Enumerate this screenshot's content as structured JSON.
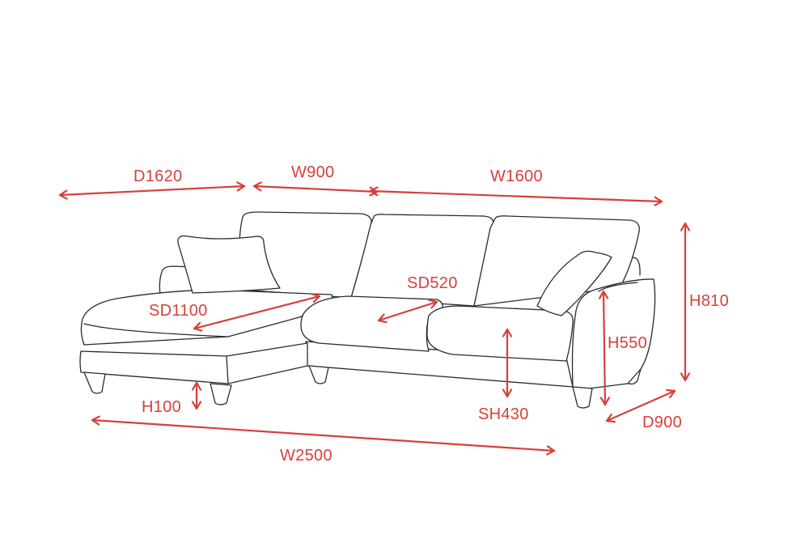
{
  "colors": {
    "accent": "#d6403a",
    "outline": "#2a2a2a",
    "background": "#ffffff"
  },
  "dimensions": {
    "chaise_depth": "D1620",
    "chaise_section_width": "W900",
    "sofa_section_width": "W1600",
    "chaise_seat_depth": "SD1100",
    "seat_depth": "SD520",
    "overall_height": "H810",
    "arm_height": "H550",
    "seat_height": "SH430",
    "leg_height": "H100",
    "sofa_depth": "D900",
    "overall_width": "W2500"
  }
}
